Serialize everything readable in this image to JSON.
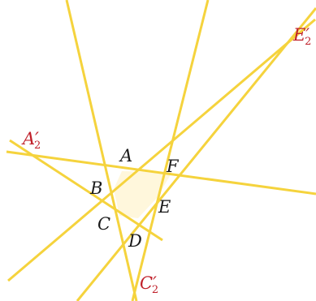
{
  "figure": {
    "colors": {
      "line": "#F5D33D",
      "hexagon_fill": "#FFF7DC",
      "label": "#1A1A1A",
      "accent_label": "#C0202A"
    },
    "points": {
      "A": "A",
      "B": "B",
      "C": "C",
      "D": "D",
      "E": "E",
      "F": "F"
    },
    "primed_points": {
      "A2": {
        "letter": "A",
        "prime": "′",
        "sub": "2"
      },
      "C2": {
        "letter": "C",
        "prime": "′",
        "sub": "2"
      },
      "E2": {
        "letter": "E",
        "prime": "′",
        "sub": "2"
      }
    }
  }
}
